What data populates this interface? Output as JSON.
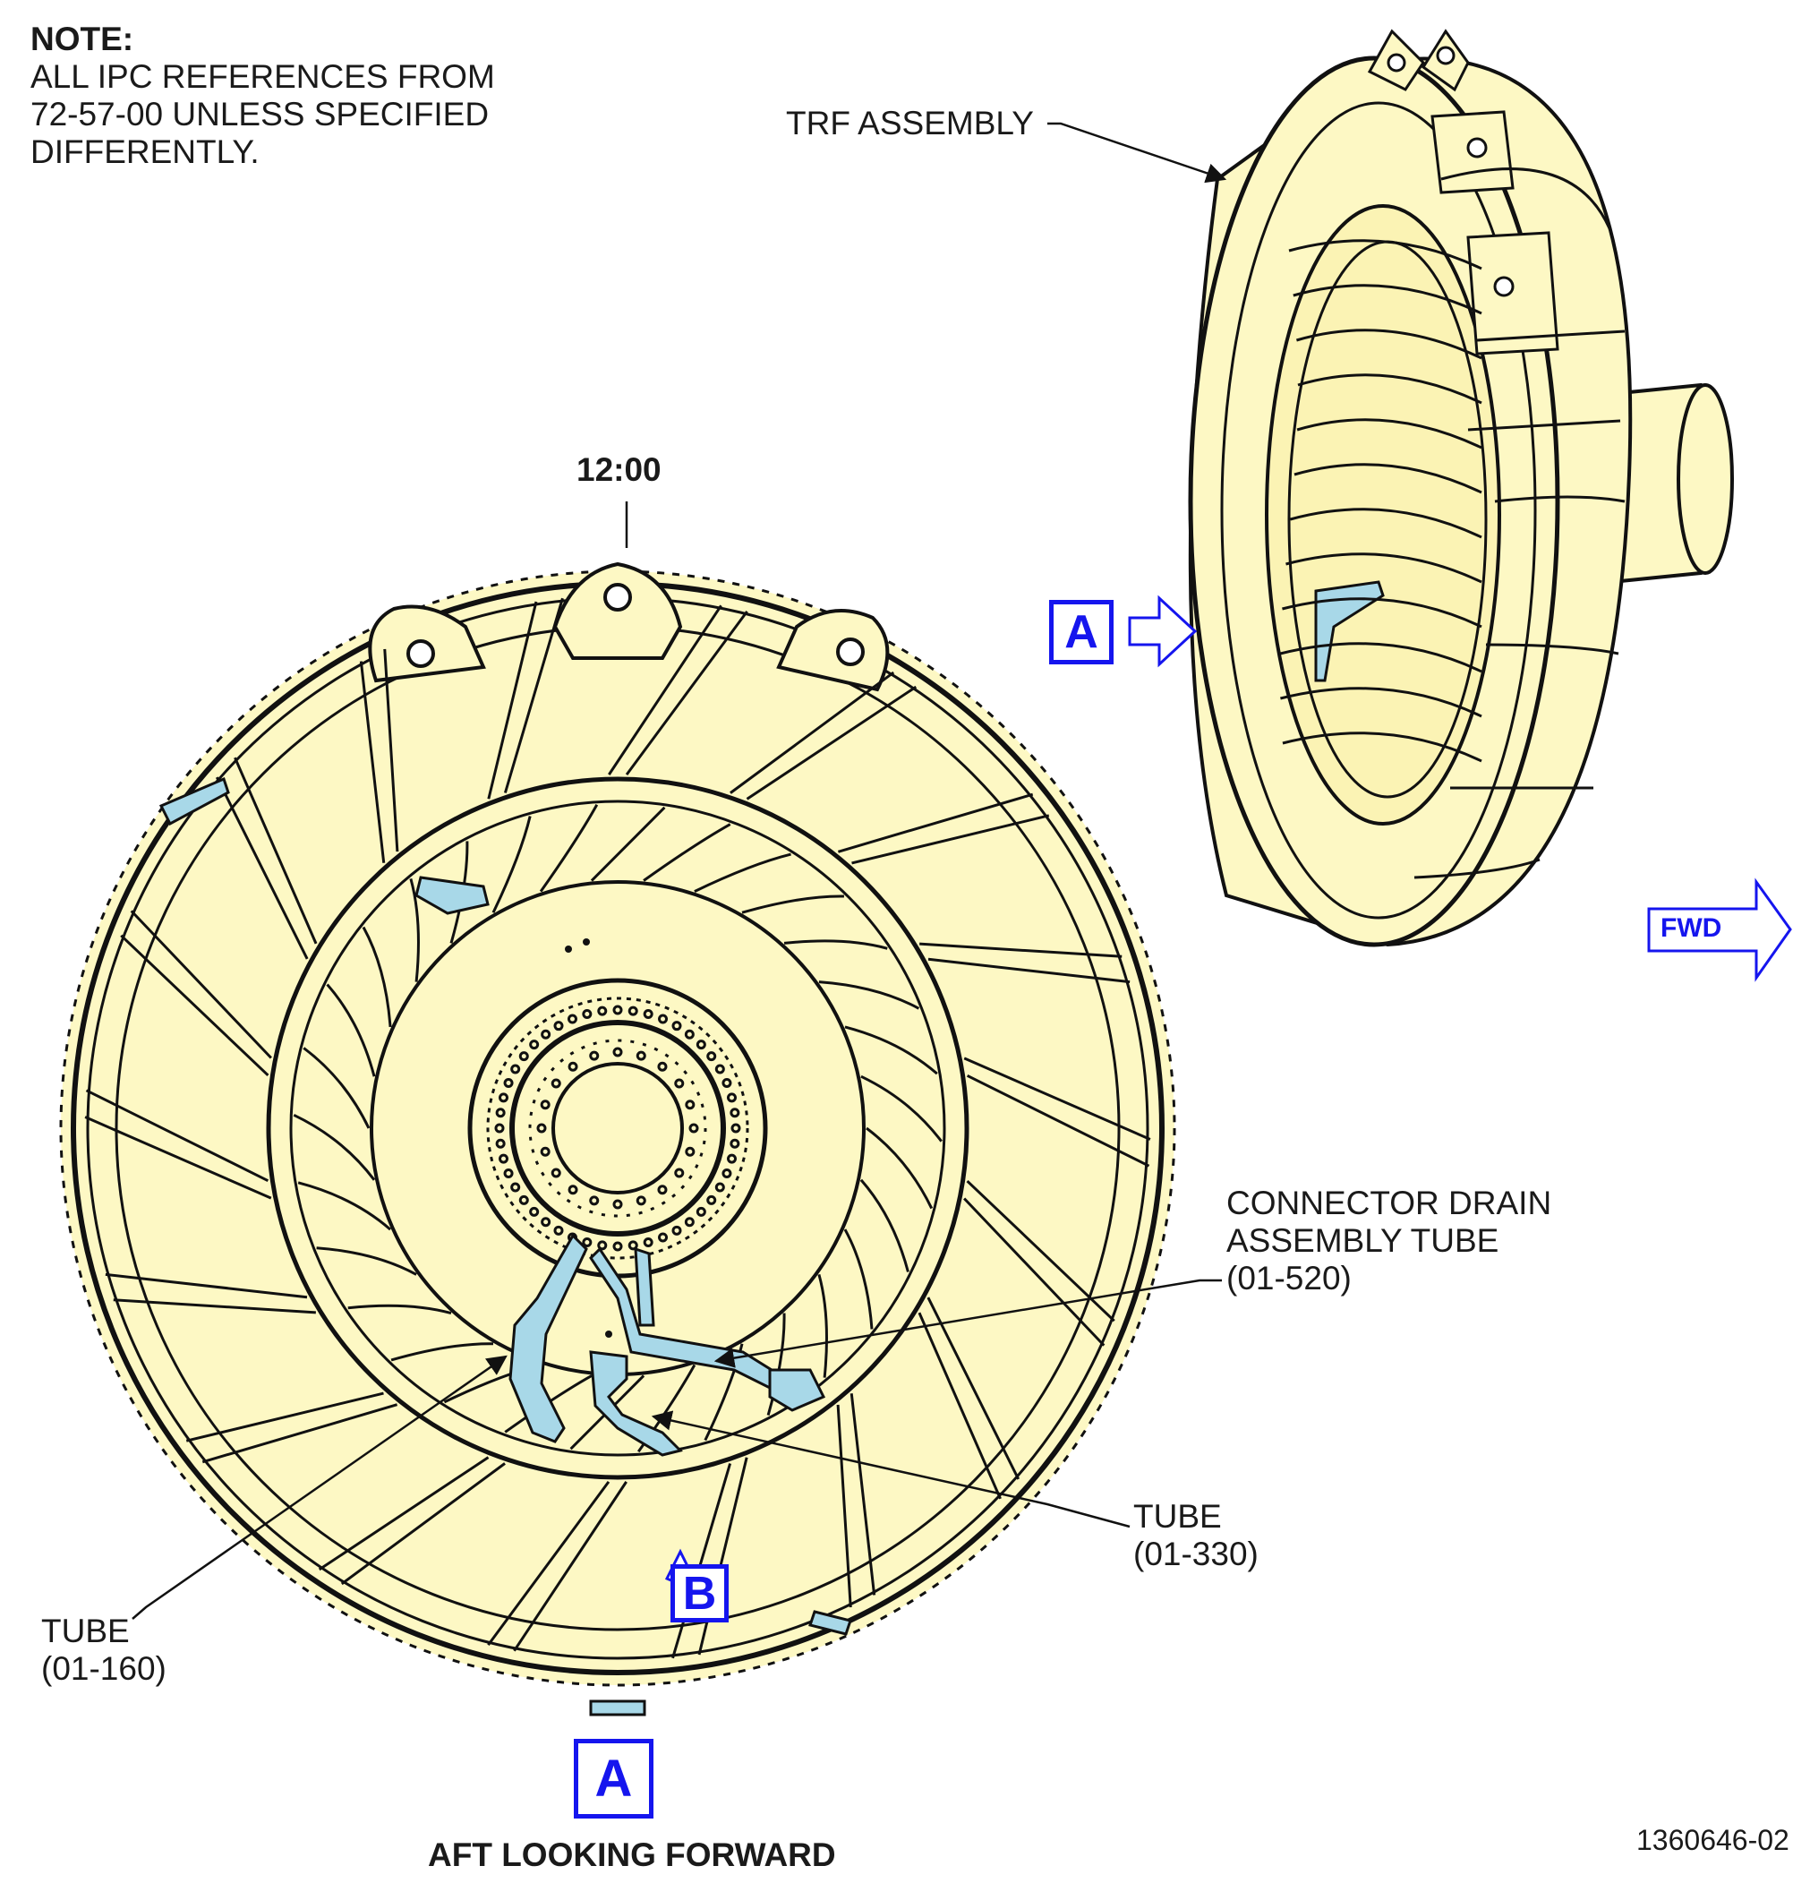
{
  "note": {
    "heading": "NOTE:",
    "lines": [
      "ALL IPC REFERENCES FROM",
      "72-57-00 UNLESS SPECIFIED",
      "DIFFERENTLY."
    ]
  },
  "labels": {
    "trf_assembly": "TRF ASSEMBLY",
    "clock_position": "12:00",
    "connector_drain": [
      "CONNECTOR DRAIN",
      "ASSEMBLY TUBE",
      "(01-520)"
    ],
    "tube_330": [
      "TUBE",
      "(01-330)"
    ],
    "tube_160": [
      "TUBE",
      "(01-160)"
    ],
    "fwd": "FWD",
    "view_a": "A",
    "view_b": "B",
    "view_caption": "AFT LOOKING FORWARD",
    "figure_number": "1360646-02"
  },
  "colors": {
    "part_fill": "#fdf8c4",
    "line": "#111111",
    "tube": "#a8d8e8",
    "callout_blue": "#1515ee"
  }
}
